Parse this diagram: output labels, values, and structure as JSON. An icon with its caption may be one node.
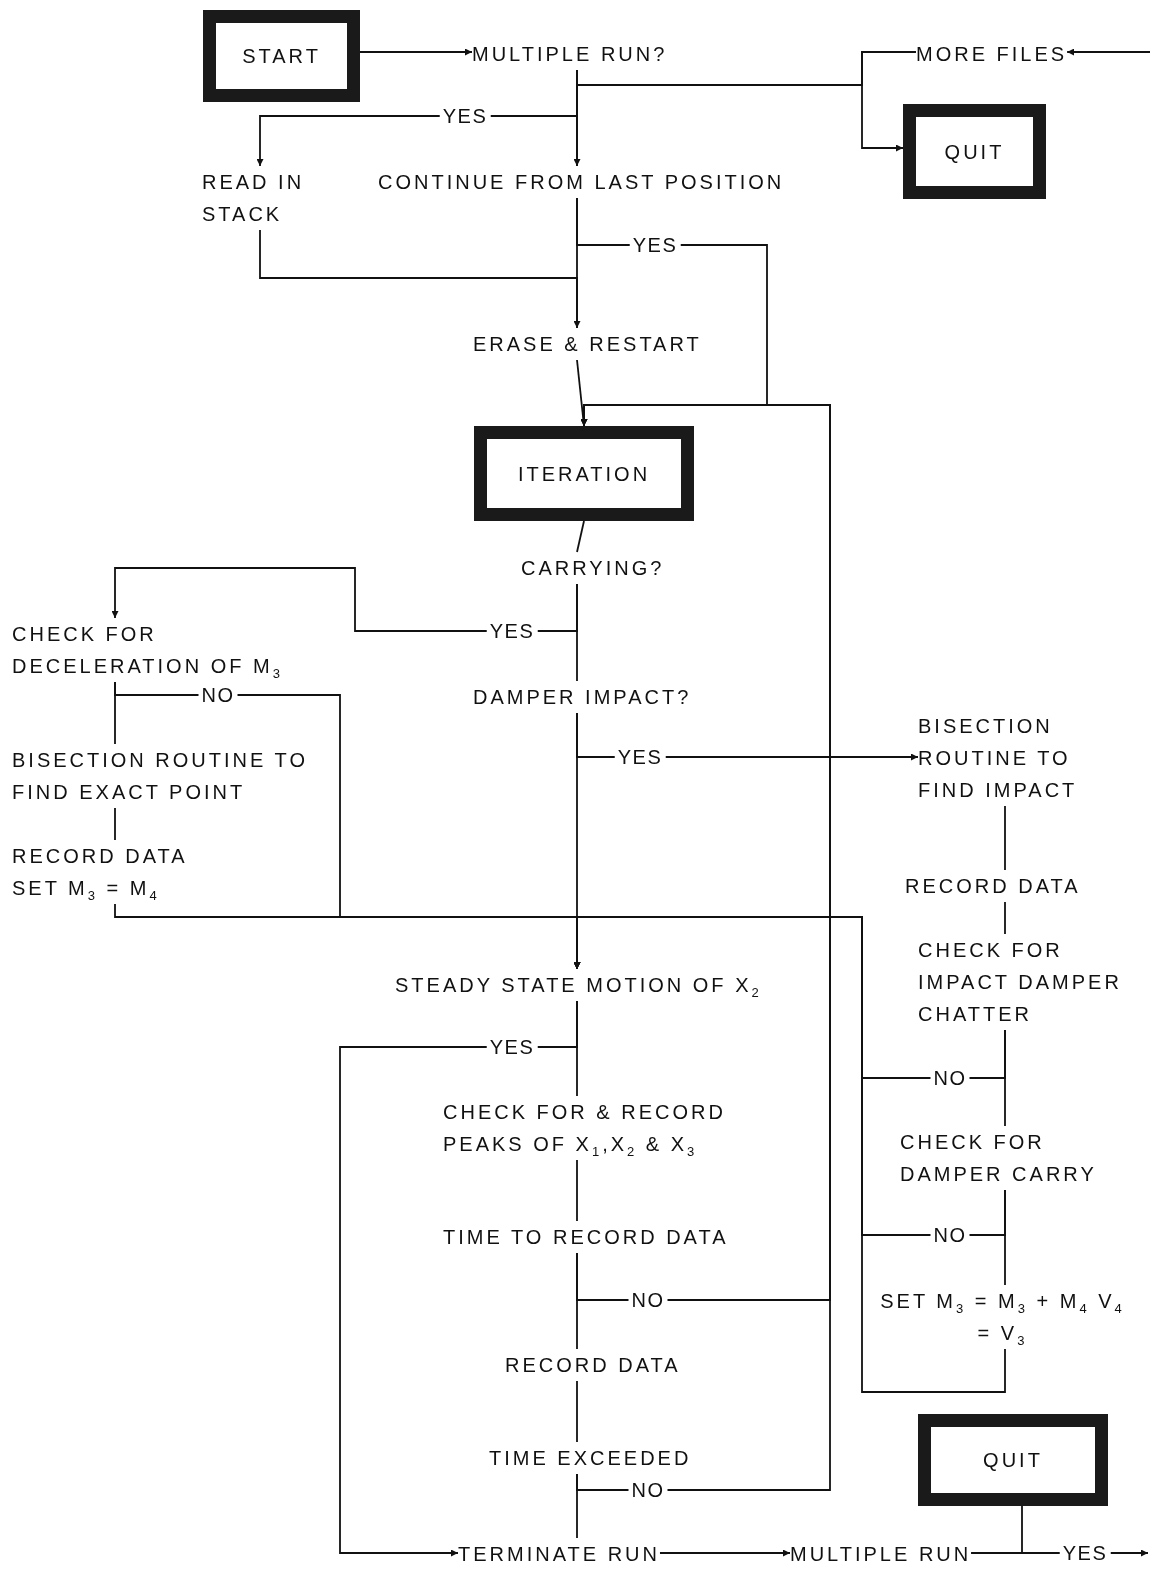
{
  "diagram": {
    "nodes": [
      {
        "text": [
          "START"
        ]
      },
      {
        "text": [
          "MULTIPLE RUN?"
        ]
      },
      {
        "text": [
          "MORE FILES"
        ]
      },
      {
        "text": [
          "QUIT"
        ]
      },
      {
        "text": [
          "READ IN STACK"
        ]
      },
      {
        "text": [
          "CONTINUE FROM LAST POSITION"
        ]
      },
      {
        "text": [
          "ERASE & RESTART"
        ]
      },
      {
        "text": [
          "ITERATION"
        ]
      },
      {
        "text": [
          "CARRYING?"
        ]
      },
      {
        "text": [
          "CHECK FOR DECELERATION OF M$_{3}$"
        ]
      },
      {
        "text": [
          "DAMPER IMPACT?"
        ]
      },
      {
        "text": [
          "BISECTION ROUTINE TO FIND EXACT POINT"
        ]
      },
      {
        "text": [
          "RECORD DATA SET M$_{3}$ = M$_{4}$"
        ]
      },
      {
        "text": [
          "BISECTION ROUTINE TO FIND IMPACT"
        ]
      },
      {
        "text": [
          "RECORD DATA"
        ]
      },
      {
        "text": [
          "CHECK FOR IMPACT DAMPER CHATTER"
        ]
      },
      {
        "text": [
          "STEADY STATE MOTION OF X$_{2}$"
        ]
      },
      {
        "text": [
          "CHECK FOR & RECORD PEAKS OF X$_{1}$,X$_{2}$ & X$_{3}$"
        ]
      },
      {
        "text": [
          "CHECK FOR DAMPER CARRY"
        ]
      },
      {
        "text": [
          "TIME TO RECORD DATA"
        ]
      },
      {
        "text": [
          "SET M$_{3}$ = M$_{3}$ + M$_{4}$ V$_{4}$ = V$_{3}$"
        ]
      },
      {
        "text": [
          "RECORD DATA"
        ]
      },
      {
        "text": [
          "TIME EXCEEDED"
        ]
      },
      {
        "text": [
          "QUIT"
        ]
      },
      {
        "text": [
          "TERMINATE RUN"
        ]
      },
      {
        "text": [
          "MULTIPLE RUN"
        ]
      }
    ],
    "edges": [
      {
        "from": 0,
        "to": 1,
        "arrow": "to"
      },
      {
        "from": null,
        "to": 2,
        "arrow": "to"
      },
      {
        "from": 2,
        "to": 3,
        "arrow": "to"
      },
      {
        "from": 2,
        "to": 5,
        "arrow": "to"
      },
      {
        "from": 1,
        "to": 4,
        "arrow": "to",
        "label": "YES"
      },
      {
        "from": 1,
        "to": 5,
        "arrow": "none"
      },
      {
        "from": 4,
        "to": 6,
        "arrow": "to"
      },
      {
        "from": 5,
        "to": 6,
        "arrow": "none"
      },
      {
        "from": 5,
        "to": 7,
        "arrow": "to",
        "label": "YES"
      },
      {
        "from": 6,
        "to": 7,
        "arrow": "none"
      },
      {
        "from": 7,
        "to": 8,
        "arrow": "none"
      },
      {
        "from": 8,
        "to": 9,
        "arrow": "to",
        "label": "YES"
      },
      {
        "from": 8,
        "to": 10,
        "arrow": "none"
      },
      {
        "from": 9,
        "to": 11,
        "arrow": "none"
      },
      {
        "from": 9,
        "to": 16,
        "arrow": "to",
        "label": "NO"
      },
      {
        "from": 11,
        "to": 12,
        "arrow": "none"
      },
      {
        "from": 12,
        "to": 16,
        "arrow": "to"
      },
      {
        "from": 10,
        "to": 13,
        "arrow": "to",
        "label": "YES"
      },
      {
        "from": 10,
        "to": 16,
        "arrow": "none"
      },
      {
        "from": 13,
        "to": 14,
        "arrow": "none"
      },
      {
        "from": 14,
        "to": 15,
        "arrow": "none"
      },
      {
        "from": 15,
        "to": 16,
        "arrow": "to",
        "label": "NO"
      },
      {
        "from": 15,
        "to": 18,
        "arrow": "none"
      },
      {
        "from": 18,
        "to": 16,
        "arrow": "to",
        "label": "NO"
      },
      {
        "from": 18,
        "to": 20,
        "arrow": "none"
      },
      {
        "from": 20,
        "to": 16,
        "arrow": "to"
      },
      {
        "from": 16,
        "to": 24,
        "arrow": "to",
        "label": "YES"
      },
      {
        "from": 16,
        "to": 17,
        "arrow": "none"
      },
      {
        "from": 17,
        "to": 19,
        "arrow": "none"
      },
      {
        "from": 19,
        "to": 7,
        "arrow": "to",
        "label": "NO"
      },
      {
        "from": 19,
        "to": 21,
        "arrow": "none"
      },
      {
        "from": 21,
        "to": 22,
        "arrow": "none"
      },
      {
        "from": 22,
        "to": 7,
        "arrow": "to",
        "label": "NO"
      },
      {
        "from": 22,
        "to": 24,
        "arrow": "none"
      },
      {
        "from": 24,
        "to": 25,
        "arrow": "to"
      },
      {
        "from": 25,
        "to": 23,
        "arrow": "none"
      },
      {
        "from": 25,
        "to": null,
        "arrow": "to",
        "label": "YES"
      }
    ]
  }
}
